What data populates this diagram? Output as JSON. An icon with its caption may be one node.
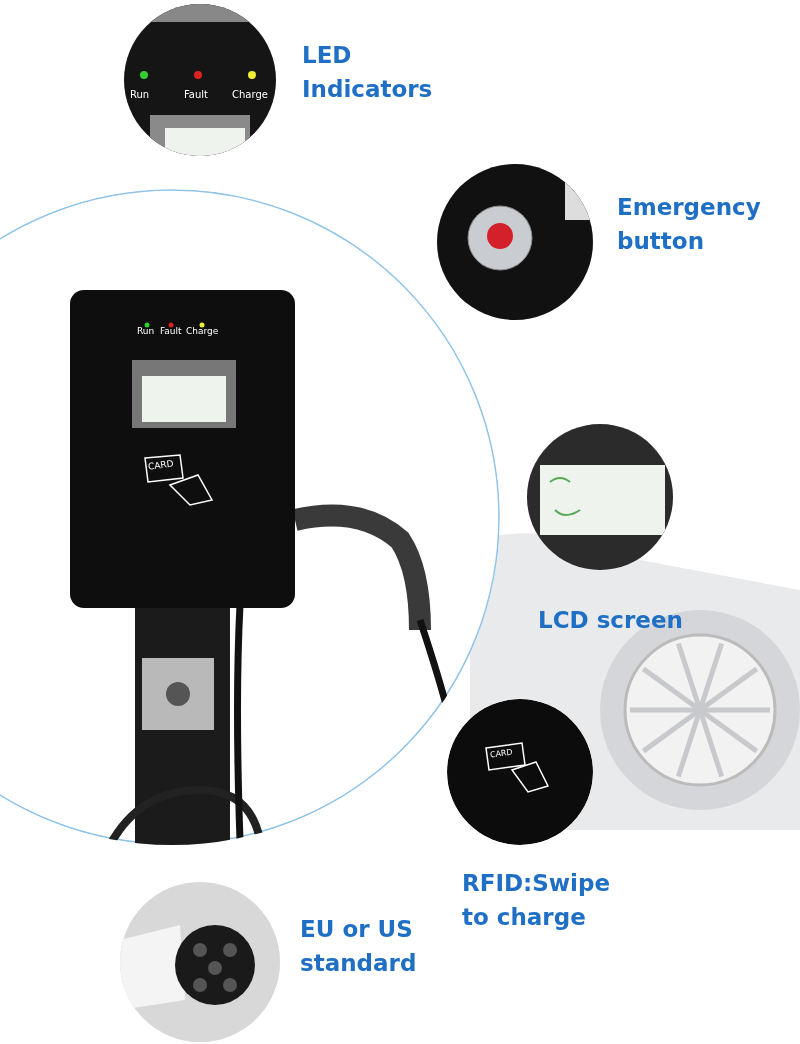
{
  "diagram": {
    "nodes": [
      {
        "text": [],
        "shape": "picture"
      },
      {
        "text": [],
        "shape": "picture",
        "beside": [
          "LED Indicators"
        ]
      },
      {
        "text": [],
        "shape": "picture",
        "beside": [
          "Emergency button"
        ]
      },
      {
        "text": [],
        "shape": "picture",
        "beside": [
          "LCD screen"
        ]
      },
      {
        "text": [],
        "shape": "picture",
        "beside": [
          "RFID:Swipe to charge"
        ]
      },
      {
        "text": [],
        "shape": "picture",
        "beside": [
          "EU or US standard"
        ]
      }
    ],
    "labels": [
      "Run",
      "Fault",
      "Charge",
      "Run",
      "Fault",
      "Charge",
      "CARD",
      "CARD"
    ]
  }
}
